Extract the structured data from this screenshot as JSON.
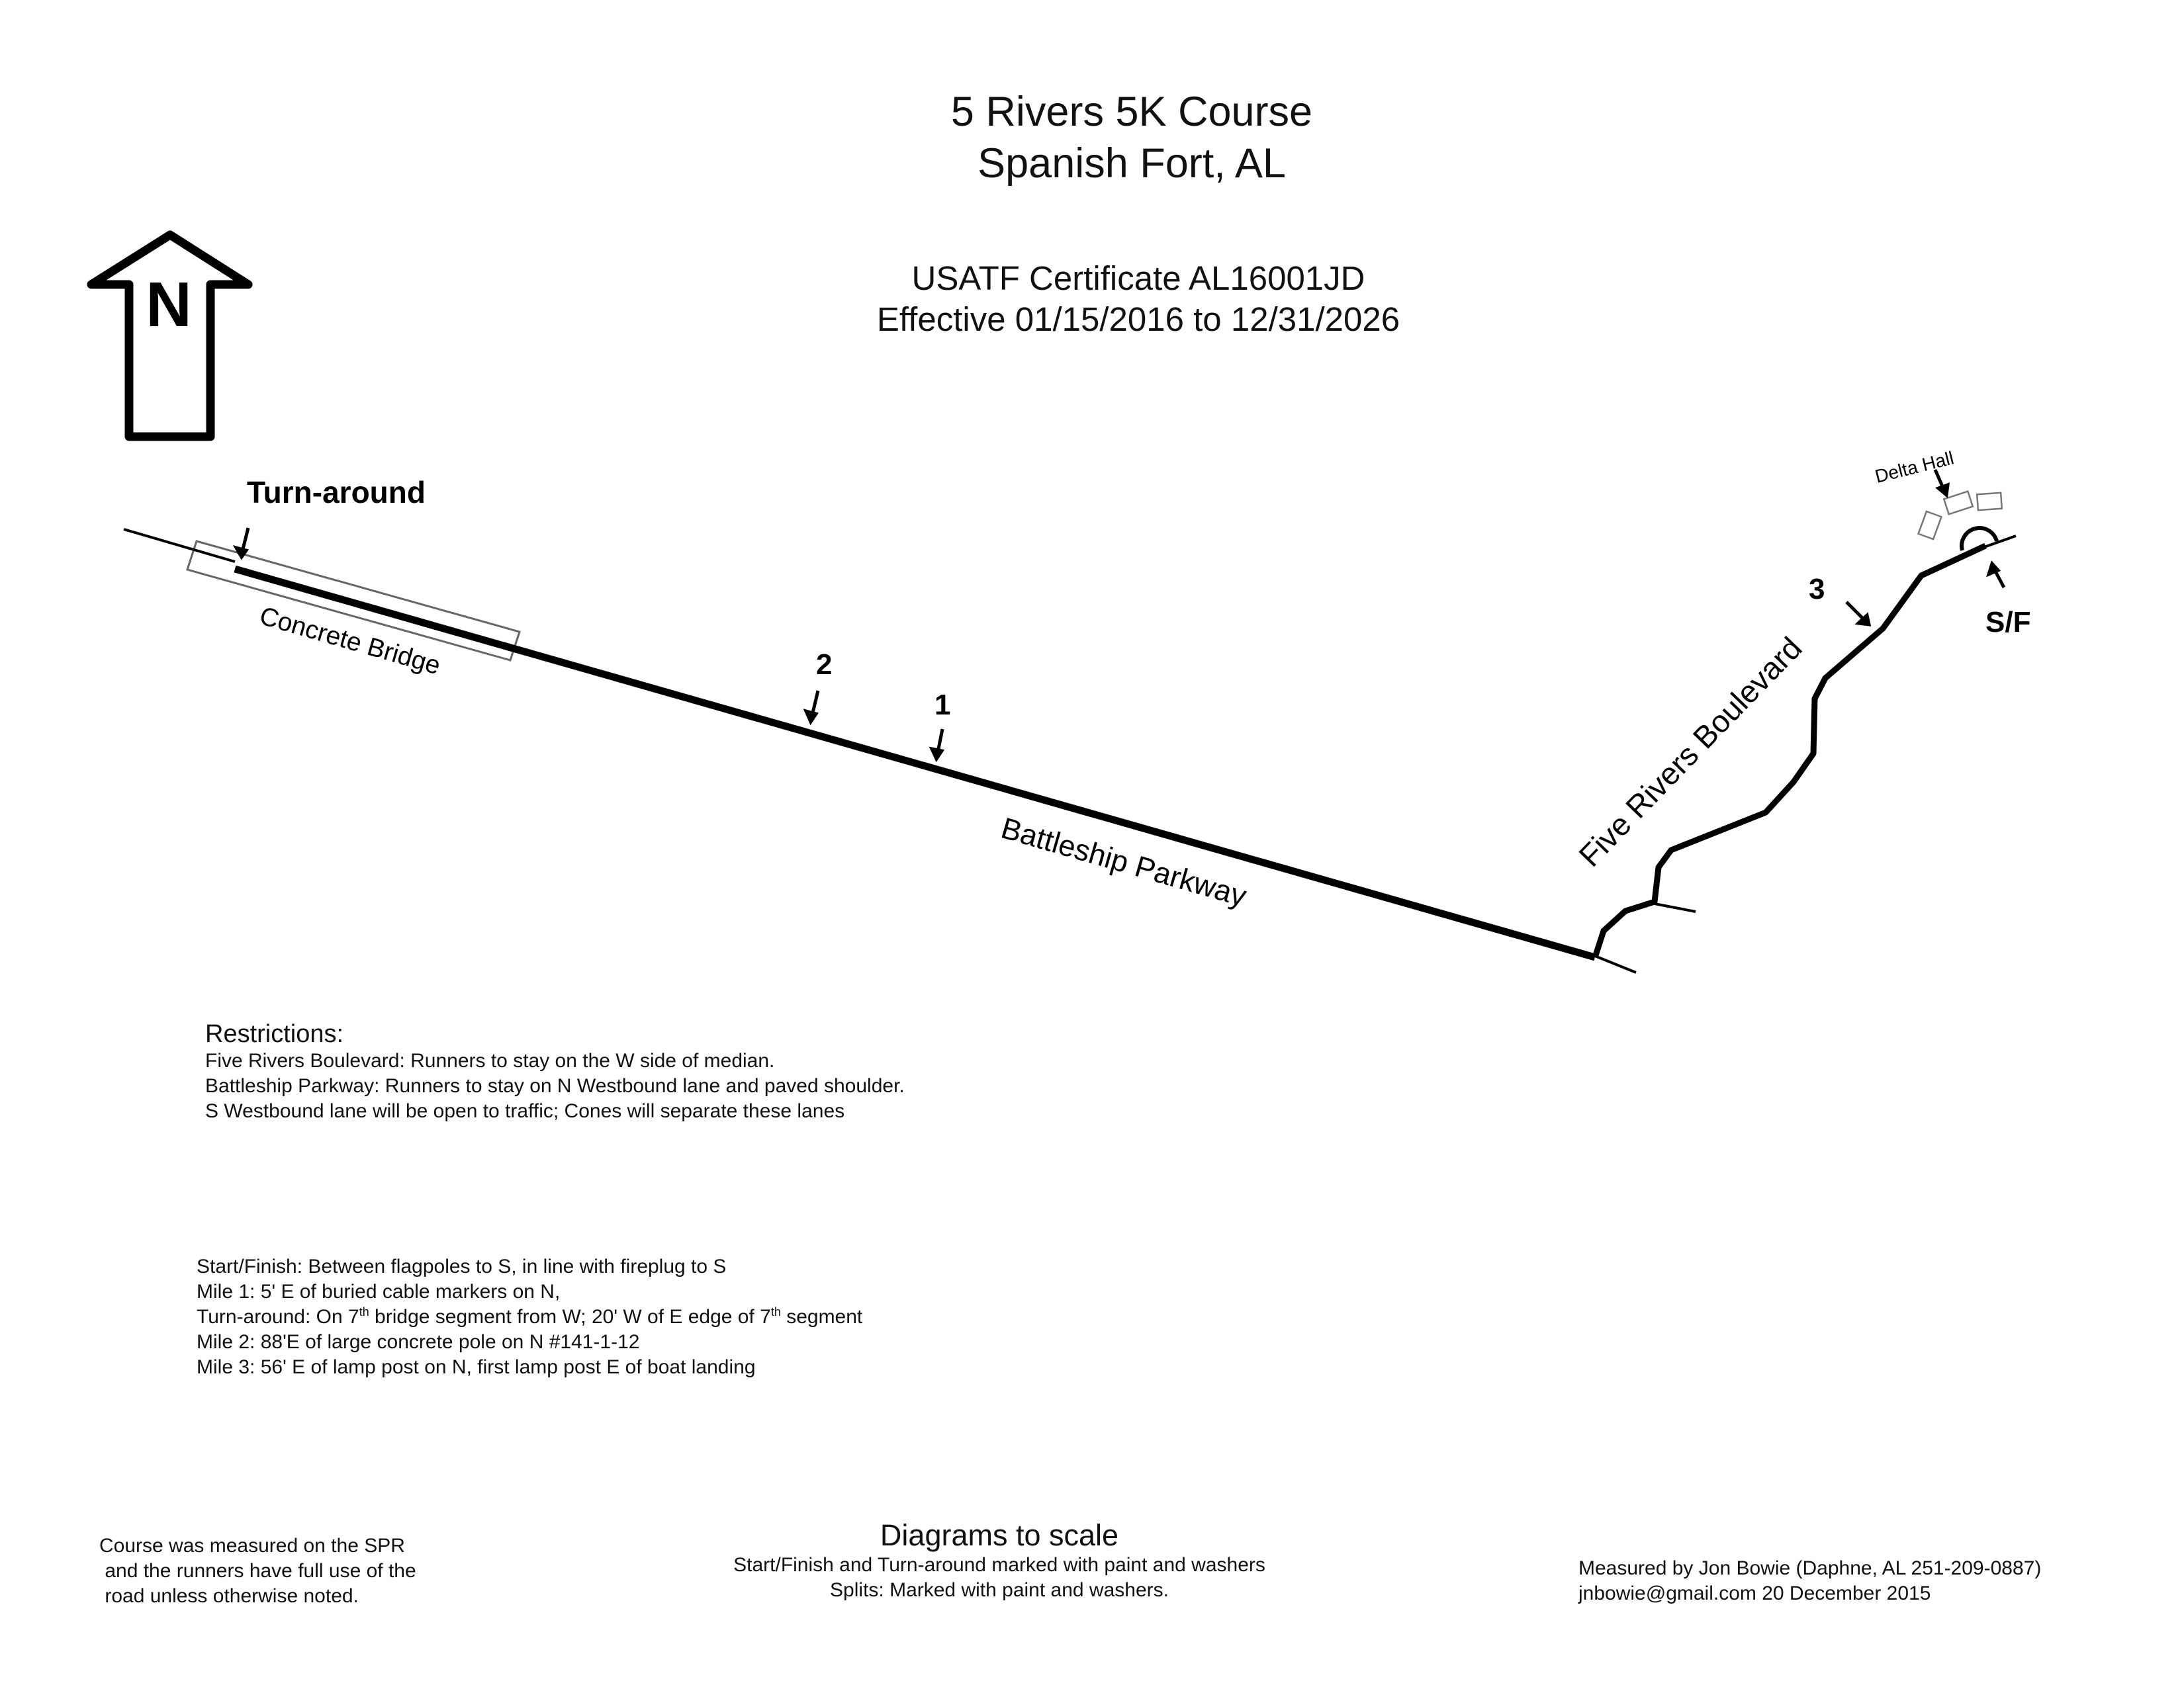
{
  "header": {
    "title_line1": "5 Rivers 5K Course",
    "title_line2": "Spanish Fort, AL",
    "cert_line1": "USATF Certificate AL16001JD",
    "cert_line2": "Effective 01/15/2016 to 12/31/2026"
  },
  "map": {
    "north_label": "N",
    "turnaround_label": "Turn-around",
    "bridge_label": "Concrete Bridge",
    "parkway_label": "Battleship Parkway",
    "boulevard_label": "Five Rivers Boulevard",
    "delta_hall_label": "Delta Hall",
    "start_finish_label": "S/F",
    "mile_markers": [
      "1",
      "2",
      "3"
    ]
  },
  "restrictions": {
    "heading": "Restrictions:",
    "lines": [
      "Five Rivers Boulevard: Runners to stay on the W side of median.",
      "Battleship Parkway: Runners to stay on N Westbound lane and paved shoulder.",
      "S Westbound lane will be open to traffic; Cones will separate these lanes"
    ]
  },
  "locations": {
    "start_finish": "Start/Finish: Between flagpoles to S, in line with fireplug to S",
    "mile1": "Mile 1: 5' E of buried cable markers on N,",
    "turnaround_a": "Turn-around: On 7",
    "turnaround_sup1": "th",
    "turnaround_b": " bridge segment from W; 20' W of E edge of 7",
    "turnaround_sup2": "th",
    "turnaround_c": " segment",
    "mile2": "Mile 2: 88'E of large concrete pole on N #141-1-12",
    "mile3": "Mile 3: 56' E of lamp post on N, first lamp post E of boat landing"
  },
  "footer": {
    "left_lines": [
      "Course was measured on the SPR",
      " and the runners have full use of the",
      " road unless otherwise noted."
    ],
    "center_title": "Diagrams to scale",
    "center_lines": [
      "Start/Finish and Turn-around marked with paint and washers",
      "Splits: Marked with paint and washers."
    ],
    "right_lines": [
      "Measured by Jon Bowie (Daphne, AL 251-209-0887)",
      "jnbowie@gmail.com 20 December 2015"
    ]
  }
}
